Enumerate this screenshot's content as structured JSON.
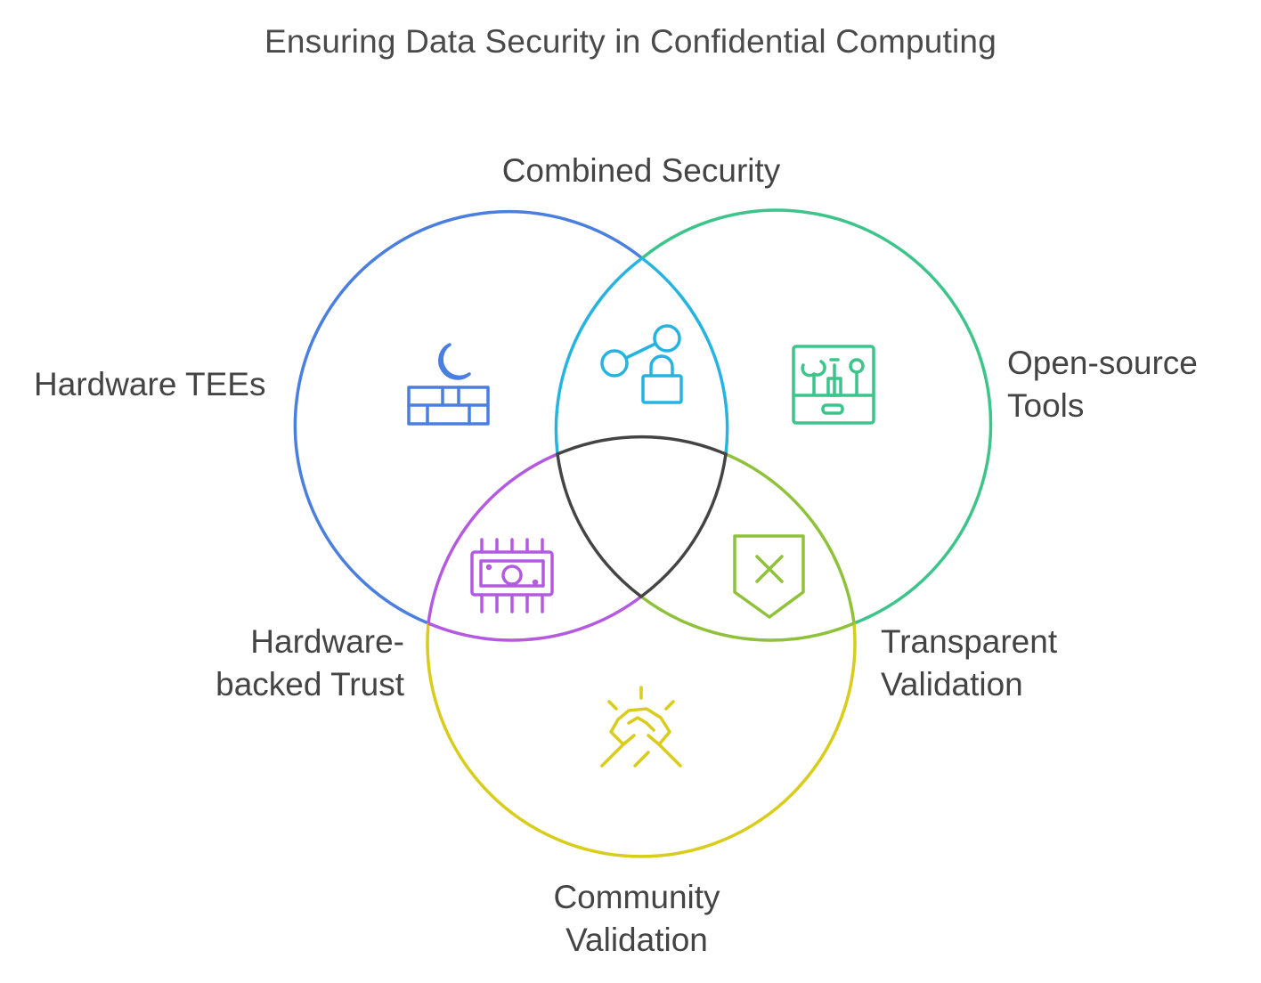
{
  "title": "Ensuring Data Security in Confidential Computing",
  "sets": [
    {
      "name": "Hardware TEEs",
      "color": "#4a7fe0",
      "icon": "firewall-icon"
    },
    {
      "name": "Open-source Tools",
      "color": "#3dc48a",
      "icon": "toolbox-icon"
    },
    {
      "name": "Community Validation",
      "color": "#d9cc1a",
      "icon": "handshake-icon"
    }
  ],
  "intersections": [
    {
      "name": "Combined Security",
      "sets": [
        "Hardware TEEs",
        "Open-source Tools"
      ],
      "color": "#26b3e0",
      "icon": "share-lock-icon"
    },
    {
      "name": "Hardware-backed Trust",
      "sets": [
        "Hardware TEEs",
        "Community Validation"
      ],
      "color": "#b35ae0",
      "icon": "chip-icon"
    },
    {
      "name": "Transparent Validation",
      "sets": [
        "Open-source Tools",
        "Community Validation"
      ],
      "color": "#8fc23a",
      "icon": "shield-x-icon"
    },
    {
      "name": "",
      "sets": [
        "Hardware TEEs",
        "Open-source Tools",
        "Community Validation"
      ],
      "color": "#444444"
    }
  ],
  "labels": {
    "combined": "Combined Security",
    "hw_tees": "Hardware TEEs",
    "open_source_1": "Open-source",
    "open_source_2": "Tools",
    "hw_backed_1": "Hardware-",
    "hw_backed_2": "backed Trust",
    "transparent_1": "Transparent",
    "transparent_2": "Validation",
    "community_1": "Community",
    "community_2": "Validation"
  }
}
